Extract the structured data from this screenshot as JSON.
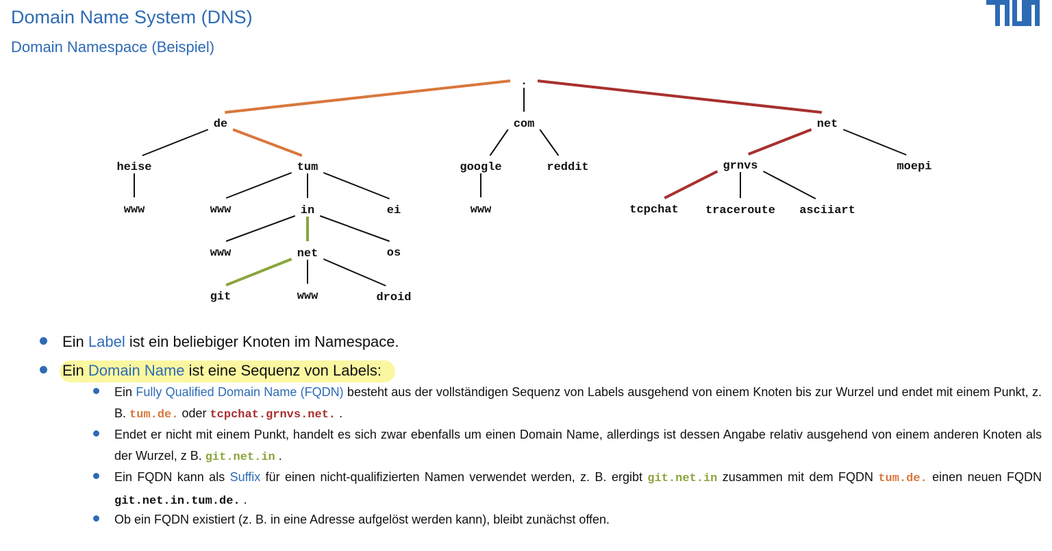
{
  "header": {
    "title": "Domain Name System (DNS)",
    "subtitle": "Domain Namespace (Beispiel)"
  },
  "colors": {
    "accent": "#2e6bb5",
    "orange": "#d9773d",
    "red": "#a8302f",
    "green": "#8aa43c",
    "highlight": "#fbf7a0"
  },
  "tree": {
    "nodes": [
      {
        "id": "root",
        "label": "."
      },
      {
        "id": "de",
        "label": "de"
      },
      {
        "id": "com",
        "label": "com"
      },
      {
        "id": "net",
        "label": "net"
      },
      {
        "id": "heise",
        "label": "heise"
      },
      {
        "id": "tum",
        "label": "tum"
      },
      {
        "id": "google",
        "label": "google"
      },
      {
        "id": "reddit",
        "label": "reddit"
      },
      {
        "id": "grnvs",
        "label": "grnvs"
      },
      {
        "id": "moepi",
        "label": "moepi"
      },
      {
        "id": "heise_www",
        "label": "www"
      },
      {
        "id": "tum_www",
        "label": "www"
      },
      {
        "id": "in",
        "label": "in"
      },
      {
        "id": "ei",
        "label": "ei"
      },
      {
        "id": "google_www",
        "label": "www"
      },
      {
        "id": "tcpchat",
        "label": "tcpchat"
      },
      {
        "id": "traceroute",
        "label": "traceroute"
      },
      {
        "id": "asciiart",
        "label": "asciiart"
      },
      {
        "id": "in_www",
        "label": "www"
      },
      {
        "id": "in_net",
        "label": "net"
      },
      {
        "id": "os",
        "label": "os"
      },
      {
        "id": "git",
        "label": "git"
      },
      {
        "id": "net_www",
        "label": "www"
      },
      {
        "id": "droid",
        "label": "droid"
      }
    ],
    "edges": [
      {
        "from": "root",
        "to": "de",
        "color": "orange"
      },
      {
        "from": "root",
        "to": "com",
        "color": "black"
      },
      {
        "from": "root",
        "to": "net",
        "color": "red"
      },
      {
        "from": "de",
        "to": "heise",
        "color": "black"
      },
      {
        "from": "de",
        "to": "tum",
        "color": "orange"
      },
      {
        "from": "com",
        "to": "google",
        "color": "black"
      },
      {
        "from": "com",
        "to": "reddit",
        "color": "black"
      },
      {
        "from": "net",
        "to": "grnvs",
        "color": "red"
      },
      {
        "from": "net",
        "to": "moepi",
        "color": "black"
      },
      {
        "from": "heise",
        "to": "heise_www",
        "color": "black"
      },
      {
        "from": "tum",
        "to": "tum_www",
        "color": "black"
      },
      {
        "from": "tum",
        "to": "in",
        "color": "black"
      },
      {
        "from": "tum",
        "to": "ei",
        "color": "black"
      },
      {
        "from": "google",
        "to": "google_www",
        "color": "black"
      },
      {
        "from": "grnvs",
        "to": "tcpchat",
        "color": "red"
      },
      {
        "from": "grnvs",
        "to": "traceroute",
        "color": "black"
      },
      {
        "from": "grnvs",
        "to": "asciiart",
        "color": "black"
      },
      {
        "from": "in",
        "to": "in_www",
        "color": "black"
      },
      {
        "from": "in",
        "to": "in_net",
        "color": "green"
      },
      {
        "from": "in",
        "to": "os",
        "color": "black"
      },
      {
        "from": "in_net",
        "to": "git",
        "color": "green"
      },
      {
        "from": "in_net",
        "to": "net_www",
        "color": "black"
      },
      {
        "from": "in_net",
        "to": "droid",
        "color": "black"
      }
    ]
  },
  "bullets": {
    "b1": {
      "pre": "Ein ",
      "term": "Label",
      "post": " ist ein beliebiger Knoten im Namespace."
    },
    "b2": {
      "pre": "Ein ",
      "term": "Domain Name",
      "post": " ist eine Sequenz von Labels:"
    },
    "s1": {
      "pre": "Ein ",
      "term": "Fully Qualified Domain Name (FQDN)",
      "mid": " besteht aus der vollständigen Sequenz von Labels ausgehend von einem Knoten bis zur Wurzel und endet mit einem Punkt, z. B. ",
      "code1": "tum.de.",
      "mid2": " oder ",
      "code2": "tcpchat.grnvs.net.",
      "post": " ."
    },
    "s2": {
      "pre": "Endet er nicht mit einem Punkt, handelt es sich zwar ebenfalls um einen Domain Name, allerdings ist dessen Angabe relativ ausgehend von einem anderen Knoten als der Wurzel, z B. ",
      "code1": "git.net.in",
      "post": " ."
    },
    "s3": {
      "pre": "Ein FQDN kann als ",
      "term": "Suffix",
      "mid": " für einen nicht-qualifizierten Namen verwendet werden, z. B. ergibt ",
      "code1": "git.net.in",
      "mid2": " zusammen mit dem FQDN ",
      "code2": "tum.de.",
      "mid3": " einen neuen FQDN ",
      "code3": "git.net.in.tum.de.",
      "post": " ."
    },
    "s4": {
      "text": "Ob ein FQDN existiert (z. B. in eine Adresse aufgelöst werden kann), bleibt zunächst offen."
    }
  }
}
